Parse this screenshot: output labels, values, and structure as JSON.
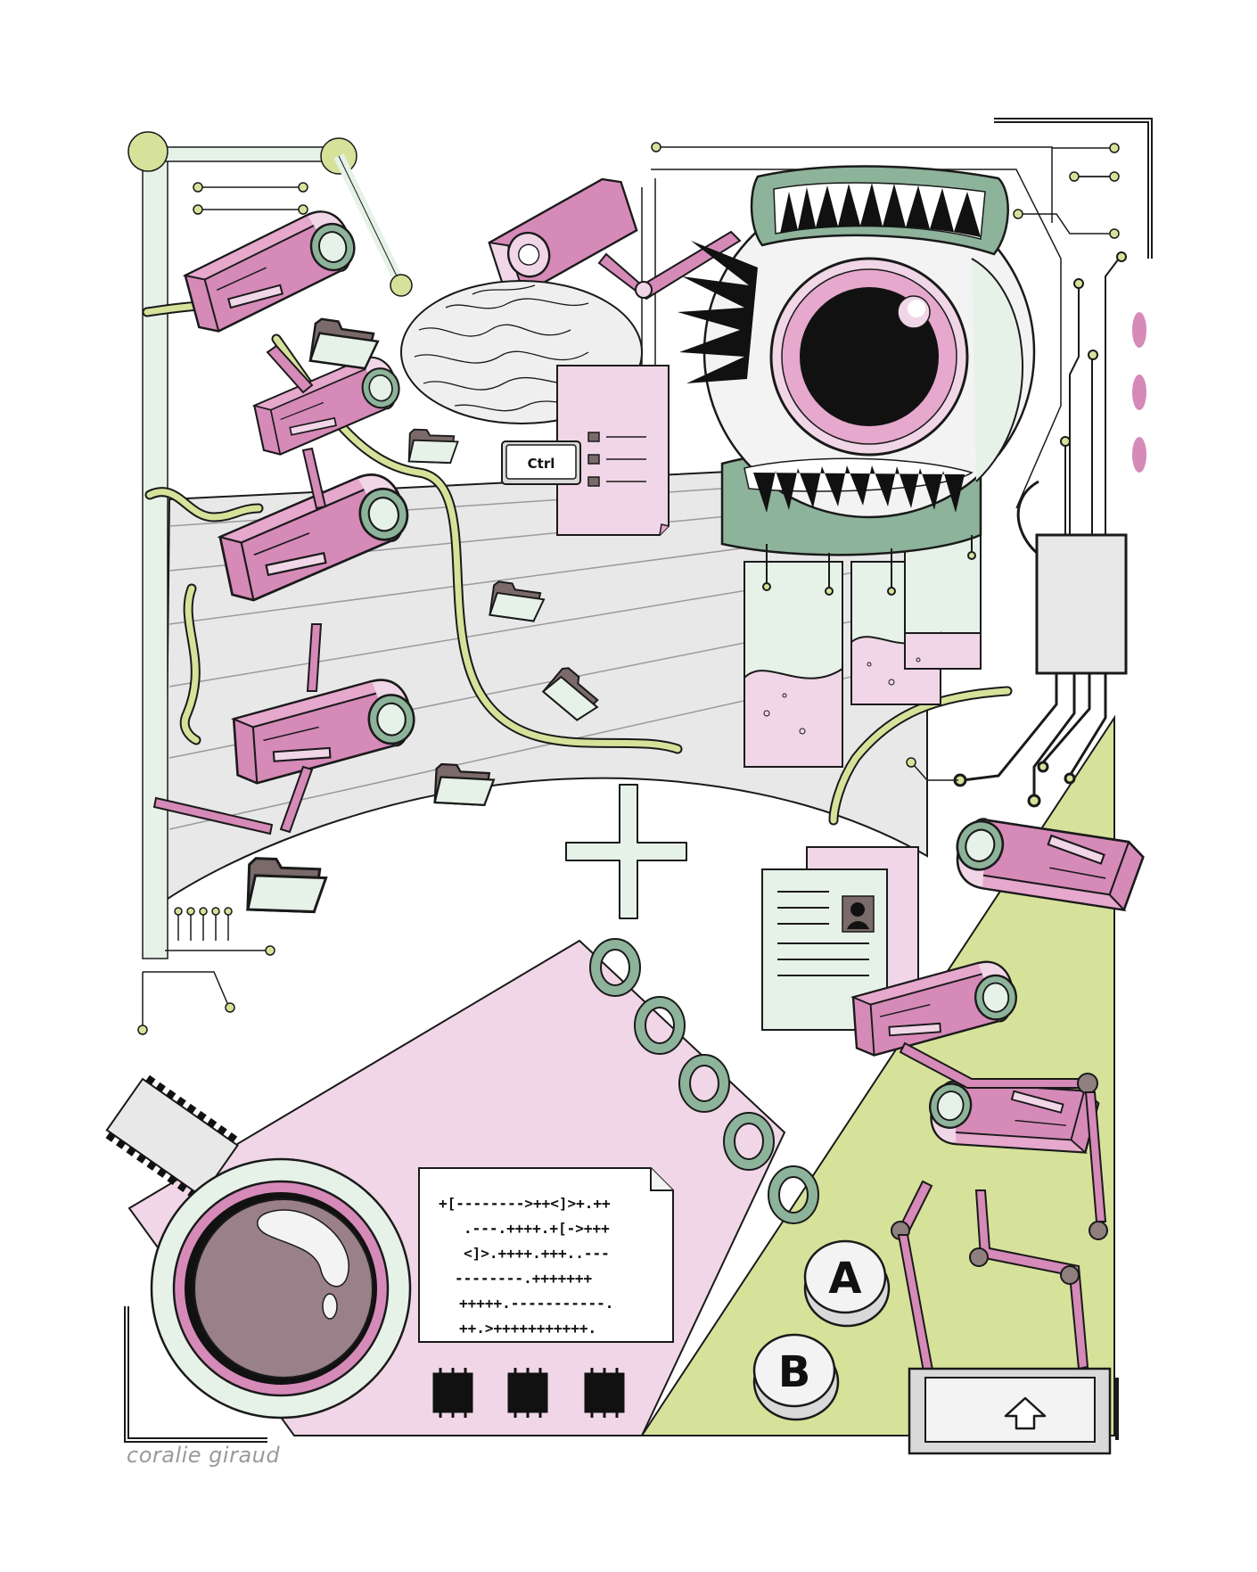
{
  "illustration": {
    "keys": {
      "ctrl": "Ctrl",
      "a": "A",
      "b": "B"
    },
    "code_lines": [
      "+[-------->++<]>+.++",
      ".---.++++.+[->+++",
      "<]>.++++.+++..---",
      "--------.+++++++",
      "+++++.-----------.",
      "++.>+++++++++++."
    ],
    "signature": "coralie giraud"
  },
  "colors": {
    "pink": "#d68ab8",
    "pink_light": "#f0d6e6",
    "mint": "#e6f2e8",
    "sage": "#8db39a",
    "lime": "#d4e0a4",
    "yellow_green": "#d6e29a",
    "gray_floor": "#e8e8e8",
    "outline": "#1a1a1a"
  },
  "icons": [
    "security-camera-icon",
    "folder-icon",
    "eye-icon",
    "document-icon",
    "microchip-icon",
    "lens-icon",
    "shift-key-icon",
    "plus-icon",
    "spiral-notebook-icon"
  ]
}
